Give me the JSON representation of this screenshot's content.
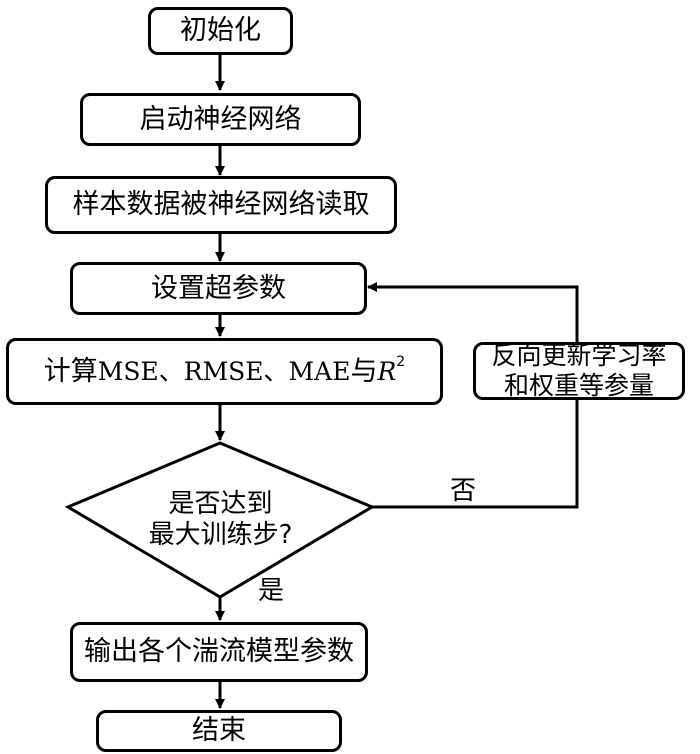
{
  "steps": {
    "init": "初始化",
    "start_nn": "启动神经网络",
    "read_samples": "样本数据被神经网络读取",
    "set_hyper": "设置超参数",
    "compute_prefix": "计算",
    "compute_metrics": "MSE、RMSE、MAE",
    "compute_and": "与",
    "compute_var": "R",
    "compute_exp": "2",
    "decision_line1": "是否达到",
    "decision_line2": "最大训练步?",
    "update_line1": "反向更新学习率",
    "update_line2": "和权重等参量",
    "output_params": "输出各个湍流模型参数",
    "end": "结束"
  },
  "edges": {
    "no_label": "否",
    "yes_label": "是"
  }
}
